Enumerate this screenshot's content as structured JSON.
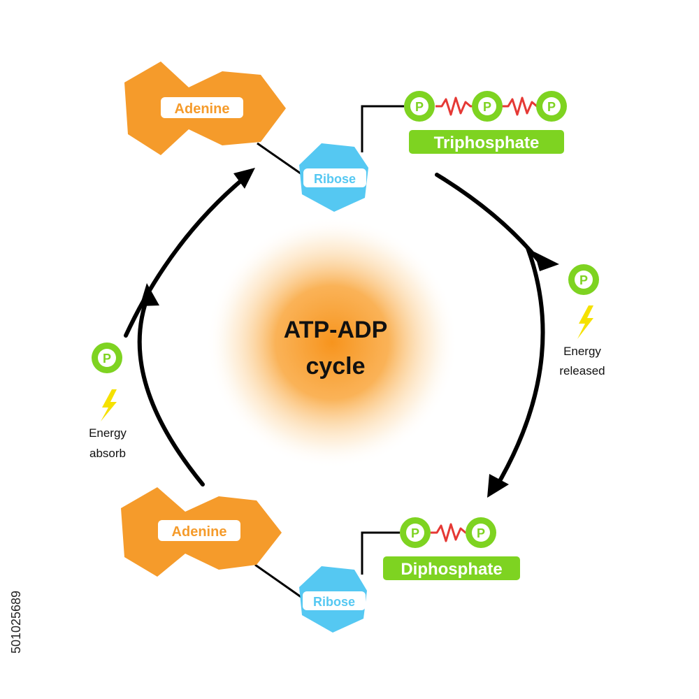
{
  "title": {
    "line1": "ATP-ADP",
    "line2": "cycle"
  },
  "atp": {
    "adenine": "Adenine",
    "ribose": "Ribose",
    "phosphates": [
      "P",
      "P",
      "P"
    ],
    "phosphate_group": "Triphosphate"
  },
  "adp": {
    "adenine": "Adenine",
    "ribose": "Ribose",
    "phosphates": [
      "P",
      "P"
    ],
    "phosphate_group": "Diphosphate"
  },
  "released": {
    "phosphate": "P",
    "line1": "Energy",
    "line2": "released"
  },
  "absorbed": {
    "phosphate": "P",
    "line1": "Energy",
    "line2": "absorb"
  },
  "stock_id": "501025689",
  "icons": [
    "lightning-icon",
    "arrow-icon"
  ],
  "colors": {
    "adenine": "#F59B2B",
    "ribose": "#55C8F2",
    "phosphate": "#7ED321",
    "bond": "#E53935",
    "lightning": "#F5E100",
    "center_glow": "#F7941D"
  }
}
